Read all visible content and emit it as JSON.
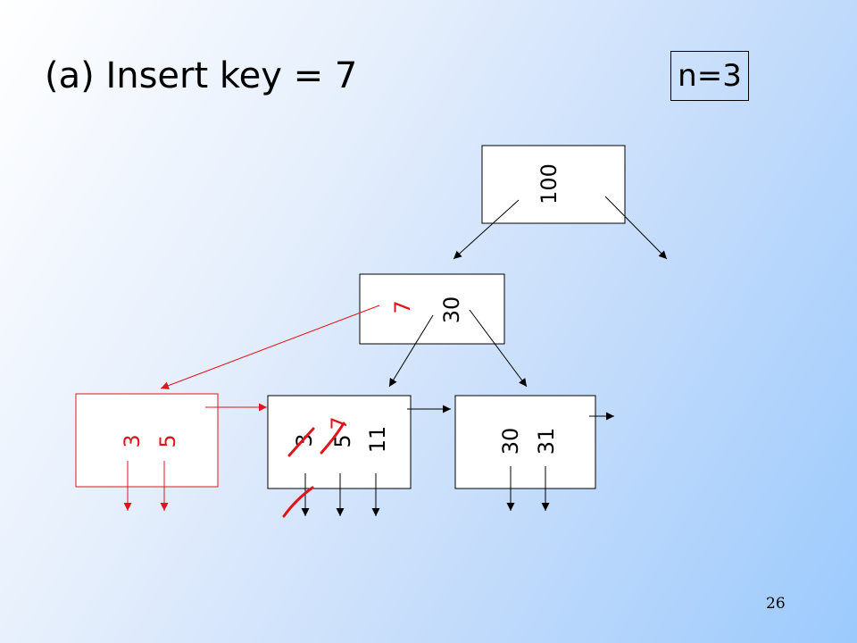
{
  "title": "(a) Insert key = 7",
  "parameter": "n=3",
  "slide_number": "26",
  "colors": {
    "black": "#000000",
    "red": "#e0141c",
    "node_fill": "#ffffff"
  },
  "tree": {
    "root": {
      "keys": [
        "100"
      ]
    },
    "internal": {
      "keys": [
        "7",
        "30"
      ],
      "new_key": "7"
    },
    "leaves": [
      {
        "keys": [
          "3",
          "5"
        ],
        "new_leaf": true
      },
      {
        "keys": [
          "3",
          "5",
          "7",
          "11"
        ],
        "struck_keys": [
          "3",
          "5",
          "7"
        ]
      },
      {
        "keys": [
          "30",
          "31"
        ]
      }
    ]
  }
}
